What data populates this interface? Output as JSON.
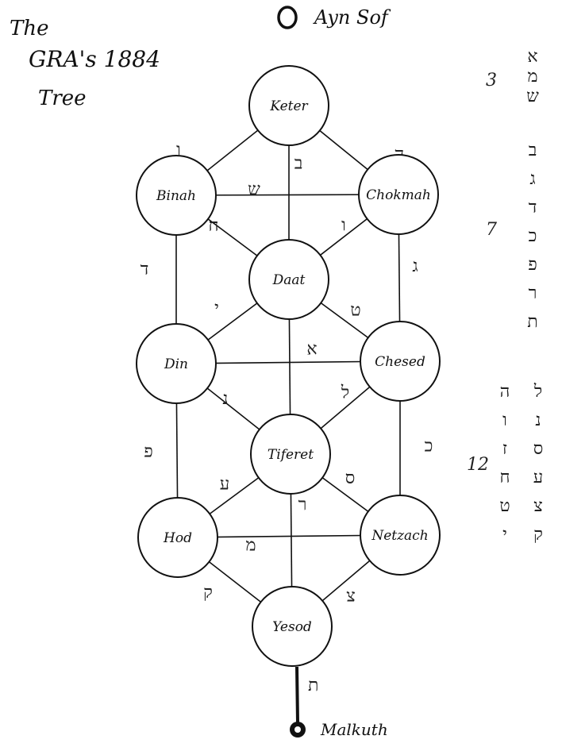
{
  "title": {
    "line1": "The",
    "line2": "GRA's 1884",
    "line3": "Tree"
  },
  "top": {
    "symbol": "0",
    "label": "Ayn Sof"
  },
  "bottom": {
    "label": "Malkuth",
    "letter": "ת"
  },
  "nodes": [
    {
      "id": "keter",
      "label": "Keter"
    },
    {
      "id": "binah",
      "label": "Binah"
    },
    {
      "id": "chokmah",
      "label": "Chokmah"
    },
    {
      "id": "daat",
      "label": "Daat"
    },
    {
      "id": "din",
      "label": "Din"
    },
    {
      "id": "chesed",
      "label": "Chesed"
    },
    {
      "id": "tiferet",
      "label": "Tiferet"
    },
    {
      "id": "hod",
      "label": "Hod"
    },
    {
      "id": "netzach",
      "label": "Netzach"
    },
    {
      "id": "yesod",
      "label": "Yesod"
    }
  ],
  "edges": [
    {
      "from": "keter",
      "to": "binah",
      "letter": "ו"
    },
    {
      "from": "keter",
      "to": "chokmah",
      "letter": "ה"
    },
    {
      "from": "keter",
      "to": "daat",
      "letter": "ב"
    },
    {
      "from": "binah",
      "to": "chokmah",
      "letter": "ש"
    },
    {
      "from": "binah",
      "to": "daat",
      "letter": "ח"
    },
    {
      "from": "chokmah",
      "to": "daat",
      "letter": "ו"
    },
    {
      "from": "binah",
      "to": "din",
      "letter": "ד"
    },
    {
      "from": "chokmah",
      "to": "chesed",
      "letter": "ג"
    },
    {
      "from": "daat",
      "to": "din",
      "letter": "י"
    },
    {
      "from": "daat",
      "to": "chesed",
      "letter": "ט"
    },
    {
      "from": "daat",
      "to": "tiferet",
      "letter": ""
    },
    {
      "from": "din",
      "to": "chesed",
      "letter": "א"
    },
    {
      "from": "din",
      "to": "tiferet",
      "letter": "נ"
    },
    {
      "from": "chesed",
      "to": "tiferet",
      "letter": "ל"
    },
    {
      "from": "din",
      "to": "hod",
      "letter": "פ"
    },
    {
      "from": "chesed",
      "to": "netzach",
      "letter": "כ"
    },
    {
      "from": "tiferet",
      "to": "hod",
      "letter": "ע"
    },
    {
      "from": "tiferet",
      "to": "netzach",
      "letter": "ס"
    },
    {
      "from": "tiferet",
      "to": "yesod",
      "letter": "ר"
    },
    {
      "from": "hod",
      "to": "netzach",
      "letter": "מ"
    },
    {
      "from": "hod",
      "to": "yesod",
      "letter": "ק"
    },
    {
      "from": "netzach",
      "to": "yesod",
      "letter": "צ"
    },
    {
      "from": "yesod",
      "to": "malkuth",
      "letter": "ת"
    }
  ],
  "legend": {
    "mothers": {
      "count": "3",
      "letters": [
        "א",
        "מ",
        "ש"
      ]
    },
    "doubles": {
      "count": "7",
      "letters": [
        "ב",
        "ג",
        "ד",
        "כ",
        "פ",
        "ר",
        "ת"
      ]
    },
    "simples": {
      "count": "12",
      "left": [
        "ה",
        "ו",
        "ז",
        "ח",
        "ט",
        "י"
      ],
      "right": [
        "ל",
        "נ",
        "ס",
        "ע",
        "צ",
        "ק"
      ]
    }
  }
}
